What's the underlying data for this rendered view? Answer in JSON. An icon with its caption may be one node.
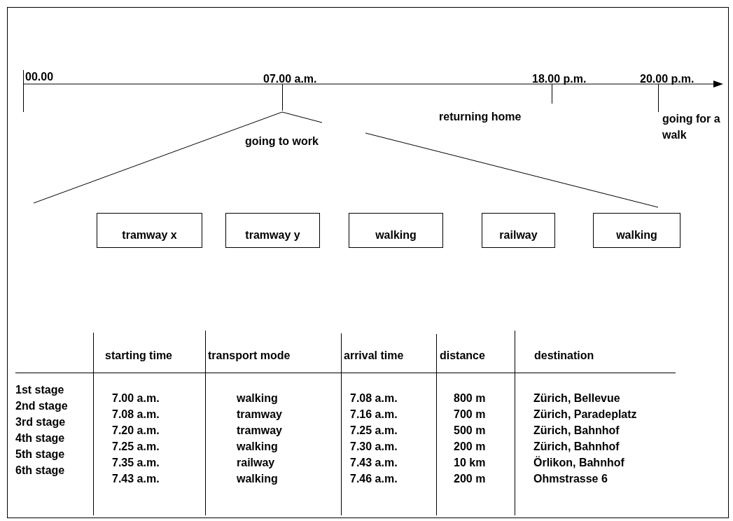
{
  "diagram": {
    "nodes": [
      {
        "text": [
          "tramway x"
        ]
      },
      {
        "text": [
          "tramway y"
        ]
      },
      {
        "text": [
          "walking"
        ]
      },
      {
        "text": [
          "railway"
        ]
      },
      {
        "text": [
          "walking"
        ]
      }
    ],
    "labels": [
      "00.00",
      "07.00 a.m.",
      "18.00 p.m.",
      "20.00 p.m.",
      "returning home",
      "going for a walk",
      "going to work",
      "starting time",
      "transport mode",
      "arrival time",
      "distance",
      "destination",
      "1st stage",
      "7.00 a.m.",
      "walking",
      "7.08 a.m.",
      "800 m",
      "Zürich, Bellevue",
      "2nd stage",
      "7.08 a.m.",
      "tramway",
      "7.16 a.m.",
      "700 m",
      "Zürich, Paradeplatz",
      "3rd stage",
      "7.20 a.m.",
      "tramway",
      "7.25 a.m.",
      "500 m",
      "Zürich, Bahnhof",
      "4th stage",
      "7.25 a.m.",
      "walking",
      "7.30 a.m.",
      "200 m",
      "Zürich, Bahnhof",
      "5th stage",
      "7.35 a.m.",
      "railway",
      "7.43 a.m.",
      "10 km",
      "Örlikon, Bahnhof",
      "6th stage",
      "7.43 a.m.",
      "walking",
      "7.46 a.m.",
      "200 m",
      "Ohmstrasse 6"
    ]
  }
}
